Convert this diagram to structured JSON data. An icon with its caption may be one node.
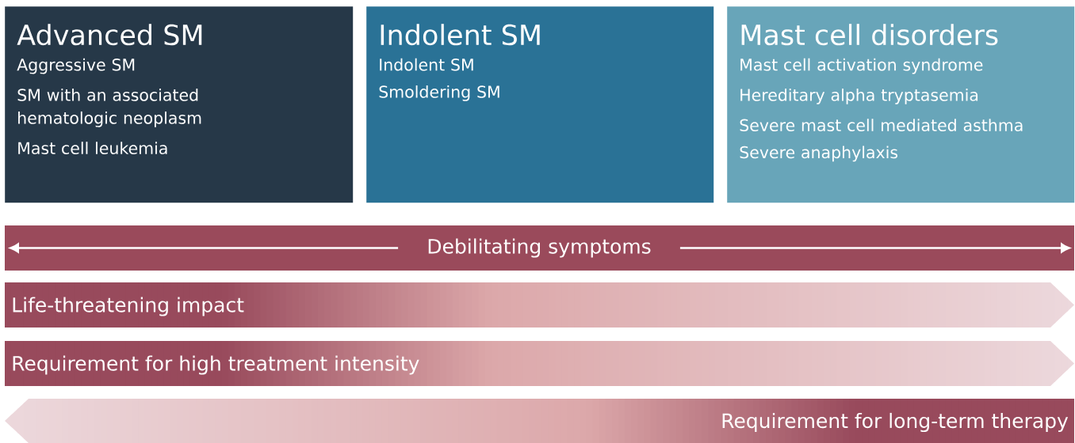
{
  "diagram": {
    "nodes": [
      {
        "text": [
          "Advanced SM",
          "Aggressive SM",
          "SM with an associated hematologic neoplasm",
          "Mast cell leukemia"
        ]
      },
      {
        "text": [
          "Indolent SM",
          "Indolent SM",
          "Smoldering SM"
        ]
      },
      {
        "text": [
          "Mast cell disorders",
          "Mast cell activation syndrome",
          "Hereditary alpha tryptasemia",
          "Severe mast cell mediated asthma",
          "Severe anaphylaxis"
        ]
      },
      {
        "text": [
          "Debilitating symptoms"
        ]
      },
      {
        "text": [
          "Life-threatening impact"
        ]
      },
      {
        "text": [
          "Requirement for high treatment intensity"
        ]
      },
      {
        "text": [
          "Requirement for long-term therapy"
        ]
      }
    ],
    "edges": [
      {
        "from": 3,
        "to": null,
        "arrow": "to"
      },
      {
        "from": 3,
        "to": null,
        "arrow": "to"
      }
    ]
  }
}
